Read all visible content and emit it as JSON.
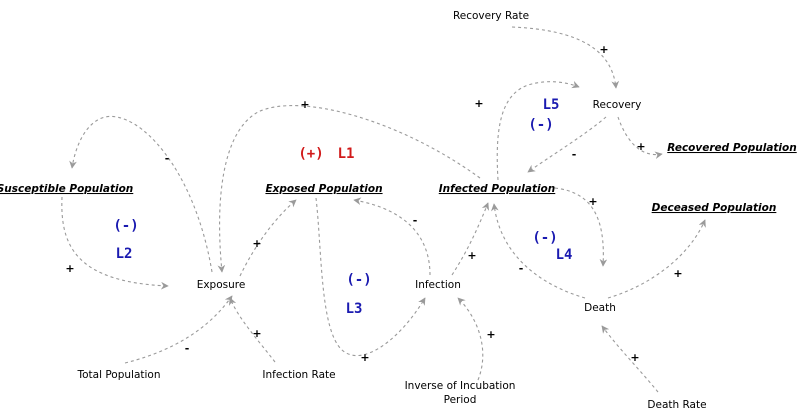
{
  "colors": {
    "link": "#9a9a9a",
    "loop_reinforcing": "#d11a1a",
    "loop_balancing": "#1a1ab0",
    "text": "#000000"
  },
  "stocks": {
    "susceptible": "Susceptible Population",
    "exposed": "Exposed Population",
    "infected": "Infected Population",
    "recovered": "Recovered Population",
    "deceased": "Deceased Population"
  },
  "variables": {
    "recovery_rate": "Recovery Rate",
    "recovery": "Recovery",
    "exposure": "Exposure",
    "infection": "Infection",
    "death": "Death",
    "total_population": "Total Population",
    "infection_rate": "Infection Rate",
    "incubation_1": "Inverse of Incubation",
    "incubation_2": "Period",
    "death_rate": "Death Rate"
  },
  "loops": {
    "l1": {
      "sign": "(+)",
      "name": "L1"
    },
    "l2": {
      "sign": "(-)",
      "name": "L2"
    },
    "l3": {
      "sign": "(-)",
      "name": "L3"
    },
    "l4": {
      "sign": "(-)",
      "name": "L4"
    },
    "l5": {
      "sign": "(-)",
      "name": "L5"
    }
  },
  "polarities": {
    "recrate_recovery": "+",
    "recovery_recovered": "+",
    "recovery_infected": "-",
    "infected_recovery": "+",
    "infected_exposure": "+",
    "exposure_susceptible": "-",
    "susceptible_exposure": "+",
    "exposure_exposed": "+",
    "total_exposure": "-",
    "infrate_exposure": "+",
    "exposed_infection": "+",
    "infection_exposed": "-",
    "infection_infected": "+",
    "incubation_infection": "+",
    "infected_death": "+",
    "death_infected": "-",
    "death_deceased": "+",
    "deathrate_death": "+"
  }
}
